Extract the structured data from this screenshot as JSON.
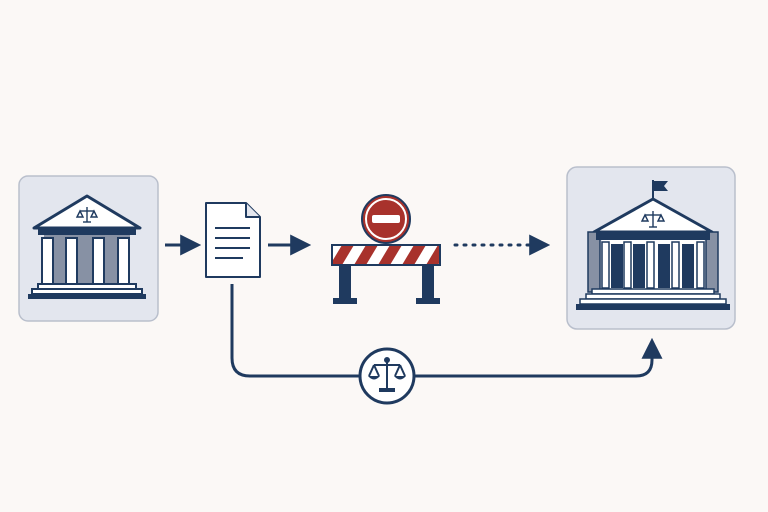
{
  "diagram": {
    "nodes": [
      {
        "id": "origin-court",
        "icon": "courthouse-icon"
      },
      {
        "id": "filing",
        "icon": "document-icon"
      },
      {
        "id": "barrier",
        "icon": "road-barrier-no-entry-icon"
      },
      {
        "id": "mediator",
        "icon": "scales-of-justice-icon"
      },
      {
        "id": "destination-court",
        "icon": "courthouse-with-flag-icon"
      }
    ],
    "edges": [
      {
        "from": "origin-court",
        "to": "filing",
        "style": "solid"
      },
      {
        "from": "filing",
        "to": "barrier",
        "style": "solid"
      },
      {
        "from": "barrier",
        "to": "destination-court",
        "style": "dotted"
      },
      {
        "from": "filing",
        "to": "destination-court",
        "via": "mediator",
        "style": "solid"
      }
    ]
  },
  "colors": {
    "background": "#fbf8f6",
    "navy": "#1f3a5f",
    "panel_fill": "#e3e6ee",
    "panel_border": "#b9bfcc",
    "column_gray": "#8791a4",
    "barrier_red": "#a8322c"
  }
}
